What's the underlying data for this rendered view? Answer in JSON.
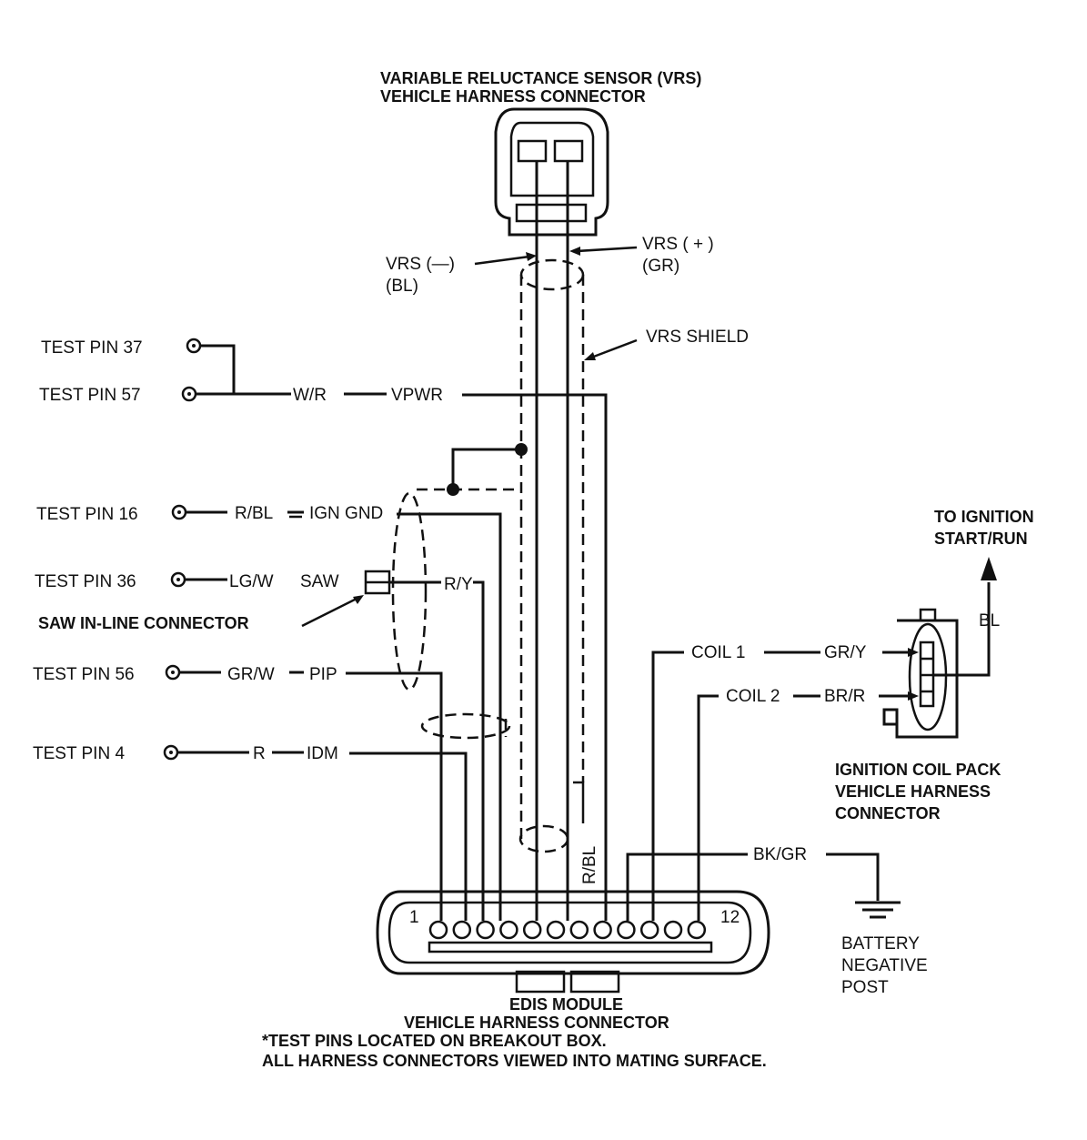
{
  "vrs_connector": {
    "title_line1": "VARIABLE RELUCTANCE SENSOR (VRS)",
    "title_line2": "VEHICLE HARNESS CONNECTOR",
    "vrs_minus": "VRS (—)",
    "vrs_minus_color": "(BL)",
    "vrs_plus": "VRS ( + )",
    "vrs_plus_color": "(GR)",
    "shield": "VRS SHIELD"
  },
  "test_pins": {
    "pin37": "TEST PIN 37",
    "pin57": "TEST PIN 57",
    "pin16": "TEST PIN 16",
    "pin36": "TEST PIN 36",
    "pin56": "TEST PIN 56",
    "pin4": "TEST PIN 4"
  },
  "wires": {
    "wr": "W/R",
    "vpwr": "VPWR",
    "rbl": "R/BL",
    "ign_gnd": "IGN GND",
    "lgw": "LG/W",
    "saw": "SAW",
    "ry": "R/Y",
    "grw": "GR/W",
    "pip": "PIP",
    "r": "R",
    "idm": "IDM",
    "rbl_vertical": "R/BL",
    "bkgr": "BK/GR",
    "coil1": "COIL 1",
    "gry": "GR/Y",
    "coil2": "COIL 2",
    "brr": "BR/R",
    "bl": "BL"
  },
  "saw_connector": "SAW IN-LINE CONNECTOR",
  "ignition": {
    "to_line1": "TO IGNITION",
    "to_line2": "START/RUN",
    "pack_line1": "IGNITION COIL PACK",
    "pack_line2": "VEHICLE HARNESS",
    "pack_line3": "CONNECTOR"
  },
  "battery": {
    "line1": "BATTERY",
    "line2": "NEGATIVE",
    "line3": "POST"
  },
  "edis": {
    "pin_first": "1",
    "pin_last": "12",
    "line1": "EDIS MODULE",
    "line2": "VEHICLE HARNESS CONNECTOR"
  },
  "notes": {
    "line1": "*TEST PINS LOCATED ON BREAKOUT BOX.",
    "line2": "ALL HARNESS CONNECTORS VIEWED INTO MATING SURFACE."
  }
}
